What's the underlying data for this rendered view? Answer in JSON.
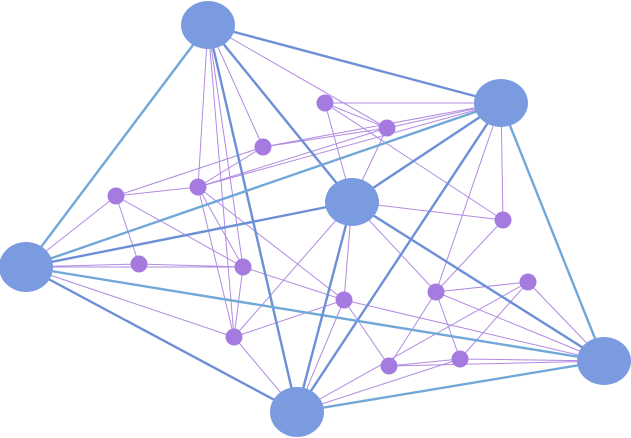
{
  "colors": {
    "background": "#ffffff",
    "hub_fill": "#7b9be1",
    "hub_edge": "#6c8fd6",
    "hub_edge_light": "#72a8d8",
    "minor_fill": "#a67be0",
    "minor_edge": "#b28ae2"
  },
  "nodes": {
    "hubs": [
      {
        "id": "H1"
      },
      {
        "id": "H2"
      },
      {
        "id": "H3"
      },
      {
        "id": "H4"
      },
      {
        "id": "H5"
      },
      {
        "id": "H6"
      }
    ],
    "minors": [
      {
        "id": "m1"
      },
      {
        "id": "m2"
      },
      {
        "id": "m3"
      },
      {
        "id": "m4"
      },
      {
        "id": "m5"
      },
      {
        "id": "m6"
      },
      {
        "id": "m7"
      },
      {
        "id": "m8"
      },
      {
        "id": "m9"
      },
      {
        "id": "m10"
      },
      {
        "id": "m11"
      },
      {
        "id": "m12"
      },
      {
        "id": "m13"
      },
      {
        "id": "m14"
      }
    ]
  },
  "hub_links": [
    [
      "H1",
      "H2"
    ],
    [
      "H1",
      "H3"
    ],
    [
      "H1",
      "H4"
    ],
    [
      "H1",
      "H5"
    ],
    [
      "H2",
      "H3"
    ],
    [
      "H2",
      "H4"
    ],
    [
      "H2",
      "H5"
    ],
    [
      "H2",
      "H6"
    ],
    [
      "H3",
      "H4"
    ],
    [
      "H3",
      "H5"
    ],
    [
      "H3",
      "H6"
    ],
    [
      "H4",
      "H5"
    ],
    [
      "H4",
      "H6"
    ],
    [
      "H5",
      "H6"
    ]
  ],
  "minor_links": [
    [
      "H1",
      "m1"
    ],
    [
      "H1",
      "m3"
    ],
    [
      "H1",
      "m4"
    ],
    [
      "H1",
      "m7"
    ],
    [
      "H1",
      "m8"
    ],
    [
      "H2",
      "m1"
    ],
    [
      "H2",
      "m2"
    ],
    [
      "H2",
      "m3"
    ],
    [
      "H2",
      "m4"
    ],
    [
      "H2",
      "m10"
    ],
    [
      "H2",
      "m11"
    ],
    [
      "H3",
      "m5"
    ],
    [
      "H3",
      "m6"
    ],
    [
      "H3",
      "m7"
    ],
    [
      "H3",
      "m8"
    ],
    [
      "H4",
      "m1"
    ],
    [
      "H4",
      "m2"
    ],
    [
      "H4",
      "m10"
    ],
    [
      "H4",
      "m11"
    ],
    [
      "H4",
      "m8"
    ],
    [
      "H4",
      "m9"
    ],
    [
      "H5",
      "m8"
    ],
    [
      "H5",
      "m9"
    ],
    [
      "H5",
      "m12"
    ],
    [
      "H5",
      "m13"
    ],
    [
      "H6",
      "m9"
    ],
    [
      "H6",
      "m11"
    ],
    [
      "H6",
      "m12"
    ],
    [
      "H6",
      "m13"
    ],
    [
      "H6",
      "m14"
    ],
    [
      "m1",
      "m2"
    ],
    [
      "m1",
      "m3"
    ],
    [
      "m1",
      "m4"
    ],
    [
      "m2",
      "m10"
    ],
    [
      "m3",
      "m4"
    ],
    [
      "m3",
      "m5"
    ],
    [
      "m4",
      "m5"
    ],
    [
      "m4",
      "m7"
    ],
    [
      "m4",
      "m8"
    ],
    [
      "m4",
      "m9"
    ],
    [
      "m5",
      "m6"
    ],
    [
      "m5",
      "m7"
    ],
    [
      "m6",
      "m7"
    ],
    [
      "m7",
      "m8"
    ],
    [
      "m7",
      "m9"
    ],
    [
      "m8",
      "m9"
    ],
    [
      "m10",
      "m11"
    ],
    [
      "m11",
      "m12"
    ],
    [
      "m11",
      "m14"
    ],
    [
      "m11",
      "m13"
    ],
    [
      "m12",
      "m13"
    ],
    [
      "m13",
      "m14"
    ],
    [
      "m14",
      "m9"
    ]
  ]
}
